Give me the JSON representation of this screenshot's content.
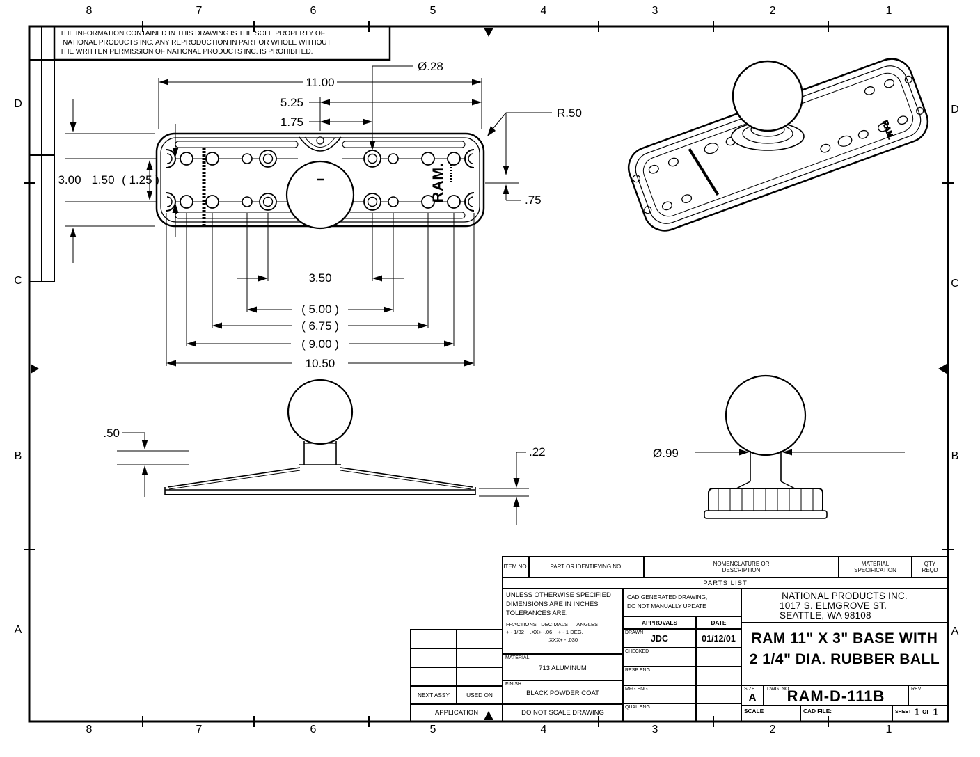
{
  "zones": {
    "cols": [
      "8",
      "7",
      "6",
      "5",
      "4",
      "3",
      "2",
      "1"
    ],
    "rows": [
      "D",
      "C",
      "B",
      "A"
    ]
  },
  "notice": {
    "line1": "THE INFORMATION CONTAINED IN THIS DRAWING IS THE SOLE PROPERTY OF",
    "line2": "NATIONAL PRODUCTS INC.  ANY REPRODUCTION IN PART OR WHOLE WITHOUT",
    "line3": "THE WRITTEN PERMISSION OF NATIONAL PRODUCTS INC. IS PROHIBITED."
  },
  "front": {
    "dia_hole": "Ø.28",
    "len_overall": "11.00",
    "len_525": "5.25",
    "len_175": "1.75",
    "rad_corner": "R.50",
    "off_75": ".75",
    "h_300": "3.00",
    "h_150": "1.50",
    "h_125": "( 1.25 )",
    "w_350": "3.50",
    "w_500": "( 5.00 )",
    "w_675": "( 6.75 )",
    "w_900": "( 9.00 )",
    "w_1050": "10.50",
    "logo": "RAM."
  },
  "side": {
    "h_50": ".50",
    "t_22": ".22"
  },
  "ball": {
    "dia_stem": "Ø.99"
  },
  "titleblock": {
    "parts_cols": [
      "ITEM NO.",
      "PART OR IDENTIFYING NO.",
      "NOMENCLATURE OR DESCRIPTION",
      "MATERIAL SPECIFICATION",
      "QTY REQD"
    ],
    "parts_list": "PARTS LIST",
    "tol": {
      "l1": "UNLESS OTHERWISE SPECIFIED",
      "l2": "DIMENSIONS ARE IN INCHES",
      "l3": "TOLERANCES ARE:",
      "l4": "FRACTIONS   DECIMALS      ANGLES",
      "l5": "+ - 1/32    .XX+ -.06    + - 1 DEG.",
      "l6": ".XXX+ - .030"
    },
    "material_label": "MATERIAL",
    "material": "713 ALUMINUM",
    "finish_label": "FINISH",
    "finish": "BLACK POWDER COAT",
    "no_scale": "DO NOT SCALE DRAWING",
    "cad_note1": "CAD GENERATED DRAWING,",
    "cad_note2": "DO NOT MANUALLY UPDATE",
    "approvals": "APPROVALS",
    "date": "DATE",
    "sign_rows": [
      {
        "label": "DRAWN",
        "name": "JDC",
        "date": "01/12/01"
      },
      {
        "label": "CHECKED",
        "name": "",
        "date": ""
      },
      {
        "label": "RESP ENG",
        "name": "",
        "date": ""
      },
      {
        "label": "MFG ENG",
        "name": "",
        "date": ""
      },
      {
        "label": "QUAL ENG",
        "name": "",
        "date": ""
      }
    ],
    "company1": "NATIONAL PRODUCTS INC.",
    "company2": "1017 S. ELMGROVE ST.",
    "company3": "SEATTLE, WA 98108",
    "title1": "RAM 11\" X 3\" BASE WITH",
    "title2": "2 1/4\" DIA. RUBBER BALL",
    "size_label": "SIZE",
    "size": "A",
    "dwg_label": "DWG. NO.",
    "dwg_no": "RAM-D-111B",
    "rev_label": "REV.",
    "scale_label": "SCALE",
    "cad_file_label": "CAD FILE:",
    "sheet_label": "SHEET",
    "sheet": "1",
    "of_label": "OF",
    "of_n": "1",
    "next_assy": "NEXT ASSY",
    "used_on": "USED ON",
    "application": "APPLICATION"
  }
}
